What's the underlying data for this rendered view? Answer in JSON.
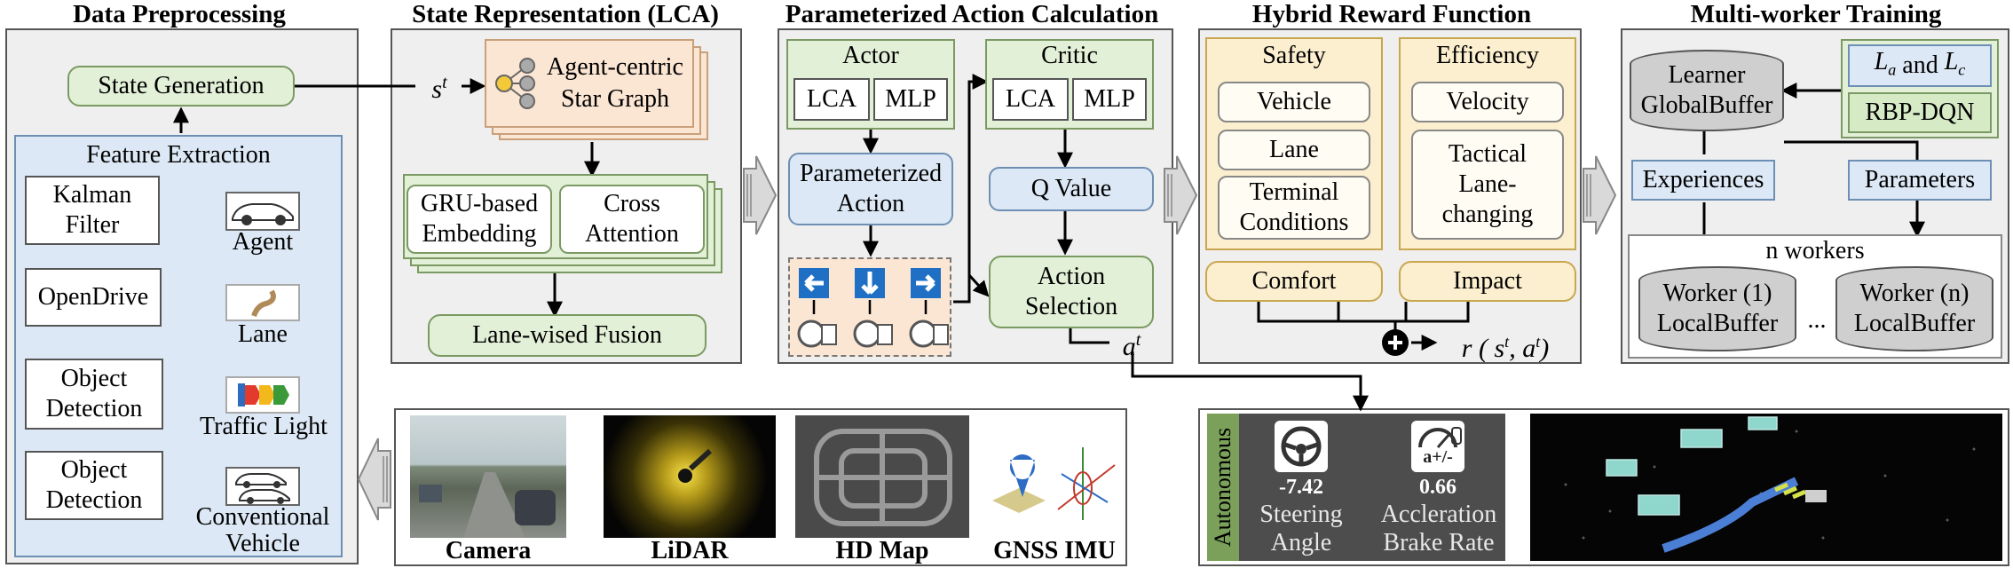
{
  "sections": {
    "preprocessing": "Data Preprocessing",
    "state": "State Representation (LCA)",
    "action": "Parameterized Action Calculation",
    "reward": "Hybrid Reward Function",
    "training": "Multi-worker Training"
  },
  "preprocessing": {
    "state_generation": "State Generation",
    "feature_extraction": "Feature Extraction",
    "rows": [
      {
        "source_line1": "Kalman",
        "source_line2": "Filter",
        "output": "Agent"
      },
      {
        "source_line1": "OpenDrive",
        "source_line2": "",
        "output": "Lane"
      },
      {
        "source_line1": "Object",
        "source_line2": "Detection",
        "output": "Traffic Light"
      },
      {
        "source_line1": "Object",
        "source_line2": "Detection",
        "output_line1": "Conventional",
        "output_line2": "Vehicle"
      }
    ]
  },
  "state": {
    "input_label": "s",
    "input_sup": "t",
    "star_line1": "Agent-centric",
    "star_line2": "Star Graph",
    "gru_line1": "GRU-based",
    "gru_line2": "Embedding",
    "cross_line1": "Cross",
    "cross_line2": "Attention",
    "fusion": "Lane-wised Fusion"
  },
  "action": {
    "actor": "Actor",
    "critic": "Critic",
    "lca": "LCA",
    "mlp": "MLP",
    "param_line1": "Parameterized",
    "param_line2": "Action",
    "q_value": "Q Value",
    "selection_line1": "Action",
    "selection_line2": "Selection",
    "output_label": "a",
    "output_sup": "t"
  },
  "reward": {
    "safety": "Safety",
    "efficiency": "Efficiency",
    "safety_items": [
      "Vehicle",
      "Lane"
    ],
    "terminal_line1": "Terminal",
    "terminal_line2": "Conditions",
    "velocity": "Velocity",
    "tactical_line1": "Tactical",
    "tactical_line2": "Lane-",
    "tactical_line3": "changing",
    "comfort": "Comfort",
    "impact": "Impact",
    "formula": "r (s, a)",
    "formula_r": "r",
    "formula_s": "s",
    "formula_a": "a",
    "formula_t": "t"
  },
  "training": {
    "learner_line1": "Learner",
    "learner_line2": "GlobalBuffer",
    "loss_L": "L",
    "loss_sub_a": "a",
    "loss_and": "and",
    "loss_sub_c": "c",
    "rbp": "RBP-DQN",
    "experiences": "Experiences",
    "parameters": "Parameters",
    "n_workers": "n workers",
    "worker1_line1": "Worker (1)",
    "workern_line1": "Worker (n)",
    "local_buffer": "LocalBuffer",
    "ellipsis": "..."
  },
  "sensors": {
    "camera": "Camera",
    "lidar": "LiDAR",
    "hd_map": "HD Map",
    "gnss_imu": "GNSS IMU"
  },
  "autonomous": {
    "label": "Autonomous",
    "steering_value": "-7.42",
    "steering_line1": "Steering",
    "steering_line2": "Angle",
    "accel_value": "0.66",
    "accel_icon_text": "a+/-",
    "accel_line1": "Accleration",
    "accel_line2": "Brake Rate"
  },
  "colors": {
    "green_fill": "#e3f0d8",
    "blue_fill": "#dce8f5",
    "orange_fill": "#fbe5d3",
    "yellow_fill": "#fcefcf",
    "action_arrow_blue": "#1f6fc5",
    "autonomous_green": "#7aa05a"
  }
}
